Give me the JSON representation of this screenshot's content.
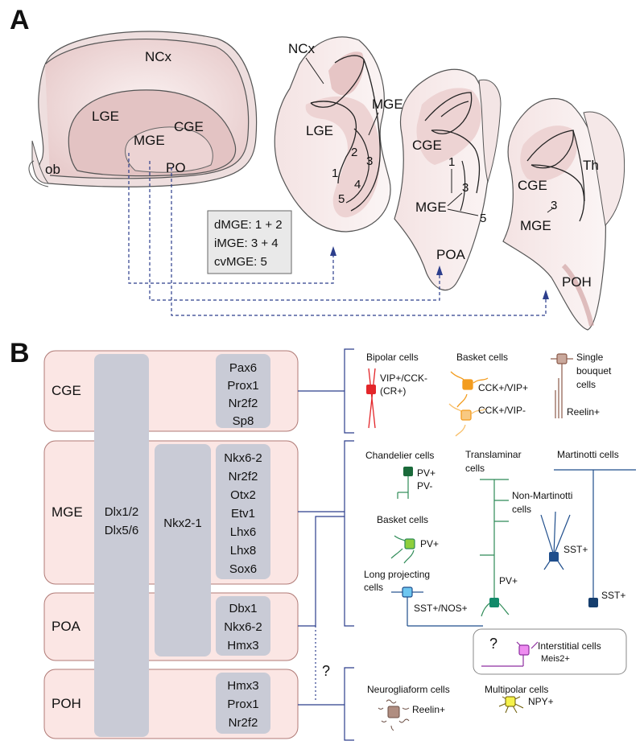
{
  "panel_a": {
    "letter": "A",
    "whole_brain": {
      "ncx": "NCx",
      "lge": "LGE",
      "mge": "MGE",
      "cge": "CGE",
      "po": "PO",
      "ob": "ob"
    },
    "section1": {
      "ncx": "NCx",
      "lge": "LGE",
      "mge": "MGE",
      "n1": "1",
      "n2": "2",
      "n3": "3",
      "n4": "4",
      "n5": "5"
    },
    "section2": {
      "cge": "CGE",
      "mge": "MGE",
      "poa": "POA",
      "n1": "1",
      "n3": "3",
      "n5": "5"
    },
    "section3": {
      "th": "Th",
      "cge": "CGE",
      "mge": "MGE",
      "poh": "POH",
      "n3": "3"
    },
    "legend": [
      "dMGE: 1 + 2",
      "iMGE: 3 + 4",
      "cvMGE: 5"
    ]
  },
  "panel_b": {
    "letter": "B",
    "regions": {
      "cge": "CGE",
      "mge": "MGE",
      "poa": "POA",
      "poh": "POH"
    },
    "shared_genes": [
      "Dlx1/2",
      "Dlx5/6"
    ],
    "nkx_gene": "Nkx2-1",
    "genes": {
      "cge": [
        "Pax6",
        "Prox1",
        "Nr2f2",
        "Sp8"
      ],
      "mge": [
        "Nkx6-2",
        "Nr2f2",
        "Otx2",
        "Etv1",
        "Lhx6",
        "Lhx8",
        "Sox6"
      ],
      "poa": [
        "Dbx1",
        "Nkx6-2",
        "Hmx3"
      ],
      "poh": [
        "Hmx3",
        "Prox1",
        "Nr2f2"
      ]
    },
    "question": "?",
    "cge_cells": {
      "bipolar": {
        "title": "Bipolar cells",
        "markers": [
          "VIP+/CCK-",
          "(CR+)"
        ]
      },
      "basket": {
        "title": "Basket cells",
        "marker1": "CCK+/VIP+",
        "marker2": "CCK+/VIP-"
      },
      "single_bouquet": {
        "title": [
          "Single",
          "bouquet",
          "cells"
        ],
        "marker": "Reelin+"
      }
    },
    "mge_cells": {
      "chandelier": {
        "title": "Chandelier cells",
        "markers": [
          "PV+",
          "PV-"
        ]
      },
      "translaminar": {
        "title": [
          "Translaminar",
          "cells"
        ],
        "marker": "PV+"
      },
      "martinotti": {
        "title": "Martinotti cells",
        "marker": "SST+"
      },
      "non_martinotti": {
        "title": [
          "Non-Martinotti",
          "cells"
        ],
        "marker": "SST+"
      },
      "basket": {
        "title": "Basket cells",
        "marker": "PV+"
      },
      "long_projecting": {
        "title": [
          "Long projecting",
          "cells"
        ],
        "marker": "SST+/NOS+"
      },
      "interstitial": {
        "question": "?",
        "title": "Interstitial cells",
        "marker": "Meis2+"
      }
    },
    "poh_cells": {
      "neurogliaform": {
        "title": "Neurogliaform cells",
        "marker": "Reelin+"
      },
      "multipolar": {
        "title": "Multipolar cells",
        "marker": "NPY+"
      }
    }
  },
  "colors": {
    "tissue": "#f6e9e9",
    "tissue_dark": "#d9b3b3",
    "region_box": "#fbe6e4",
    "gene_column": "#c9cbd6",
    "blue_line": "#2c3e8c",
    "red": "#e3262a",
    "orange": "#f39c1e",
    "green": "#2e8b57",
    "dark_blue": "#1f4e8c",
    "purple": "#8e2ea0"
  }
}
